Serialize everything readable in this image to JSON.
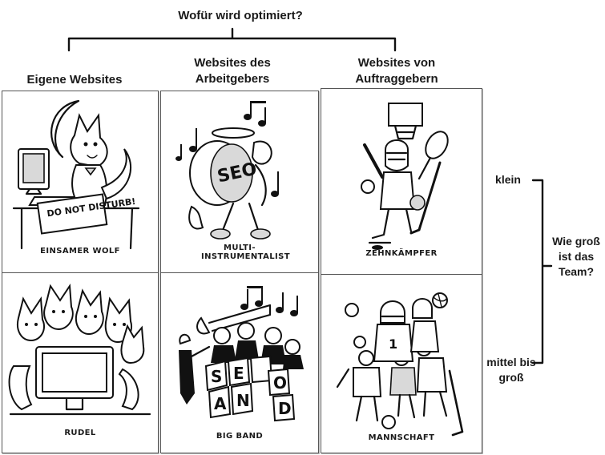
{
  "question": "Wofür wird optimiert?",
  "columns": [
    {
      "label": "Eigene Websites"
    },
    {
      "label": "Websites des Arbeitgebers"
    },
    {
      "label": "Websites von Auftraggebern"
    }
  ],
  "team_size": {
    "question": "Wie groß ist das Team?",
    "small": "klein",
    "large": "mittel bis groß"
  },
  "panels": [
    {
      "caption": "EINSAMER WOLF",
      "sign": "DO NOT DISTURB!",
      "icon": "lone-wolf-icon"
    },
    {
      "caption": "MULTI-INSTRUMENTALIST",
      "drum": "SEO",
      "icon": "one-man-band-icon"
    },
    {
      "caption": "ZEHNKÄMPFER",
      "icon": "decathlete-icon"
    },
    {
      "caption": "RUDEL",
      "icon": "wolf-pack-icon"
    },
    {
      "caption": "BIG BAND",
      "stands": [
        "S",
        "E",
        "O",
        "A",
        "N",
        "D"
      ],
      "icon": "big-band-icon"
    },
    {
      "caption": "MANNSCHAFT",
      "icon": "sports-team-icon"
    }
  ]
}
